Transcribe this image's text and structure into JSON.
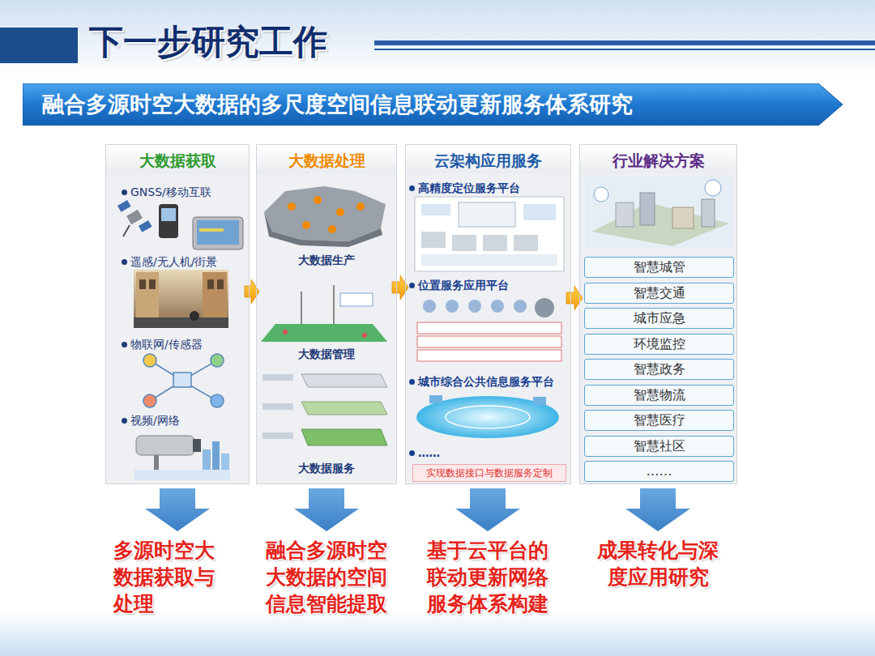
{
  "diagram": {
    "title": "下一步研究工作",
    "nodes": [
      {
        "text": [
          "融合多源时空大数据的多尺度空间信息联动更新服务体系研究"
        ]
      },
      {
        "text": [
          "大数据获取",
          "GNSS/移动互联",
          "遥感/无人机/街景",
          "物联网/传感器",
          "视频/网络"
        ]
      },
      {
        "text": [
          "大数据处理",
          "大数据生产",
          "大数据管理",
          "大数据服务"
        ]
      },
      {
        "text": [
          "云架构应用服务",
          "高精度定位服务平台",
          "位置服务应用平台",
          "城市综合公共信息服务平台",
          "……"
        ]
      },
      {
        "text": [
          "实现数据接口与数据服务定制"
        ],
        "in": 3
      },
      {
        "text": [
          "行业解决方案"
        ]
      },
      {
        "text": [
          "智慧城管"
        ],
        "in": 5
      },
      {
        "text": [
          "智慧交通"
        ],
        "in": 5
      },
      {
        "text": [
          "城市应急"
        ],
        "in": 5
      },
      {
        "text": [
          "环境监控"
        ],
        "in": 5
      },
      {
        "text": [
          "智慧政务"
        ],
        "in": 5
      },
      {
        "text": [
          "智慧物流"
        ],
        "in": 5
      },
      {
        "text": [
          "智慧医疗"
        ],
        "in": 5
      },
      {
        "text": [
          "智慧社区"
        ],
        "in": 5
      },
      {
        "text": [
          "……"
        ],
        "in": 5
      }
    ],
    "edges": [
      {
        "from": 1,
        "to": 2,
        "arrow": "to"
      },
      {
        "from": 2,
        "to": 3,
        "arrow": "to"
      },
      {
        "from": 3,
        "to": 5,
        "arrow": "to"
      }
    ],
    "labels": [
      "多源时空大数据获取与处理",
      "融合多源时空大数据的空间信息智能提取",
      "基于云平台的联动更新网络服务体系构建",
      "成果转化与深度应用研究"
    ]
  }
}
